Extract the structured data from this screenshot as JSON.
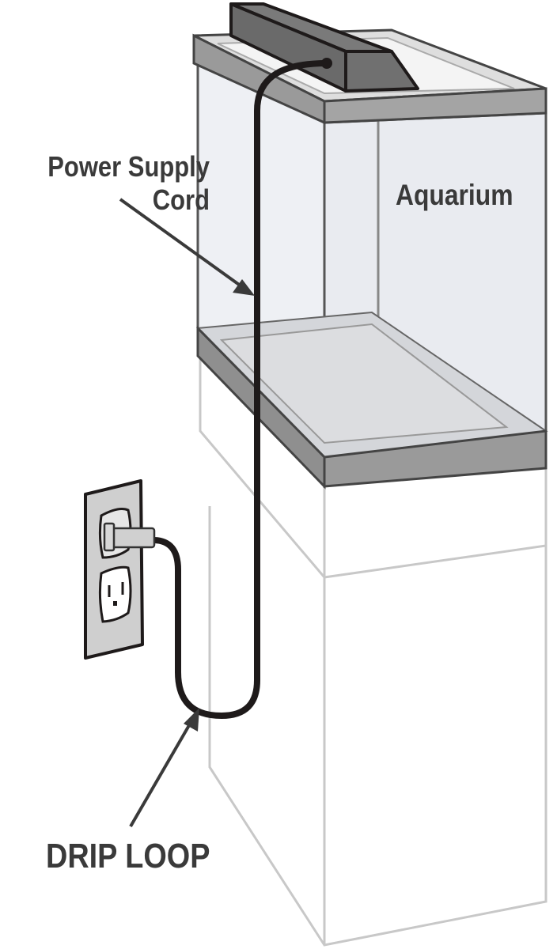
{
  "labels": {
    "cord_line1": "Power Supply",
    "cord_line2": "Cord",
    "aquarium": "Aquarium",
    "drip_loop": "DRIP LOOP"
  },
  "colors": {
    "cord": "#1e1a1a",
    "rim": "#9a9a9a",
    "glass": "#eef0f4",
    "stand_outline": "#c4c4c4",
    "light": "#6a6a6a"
  }
}
